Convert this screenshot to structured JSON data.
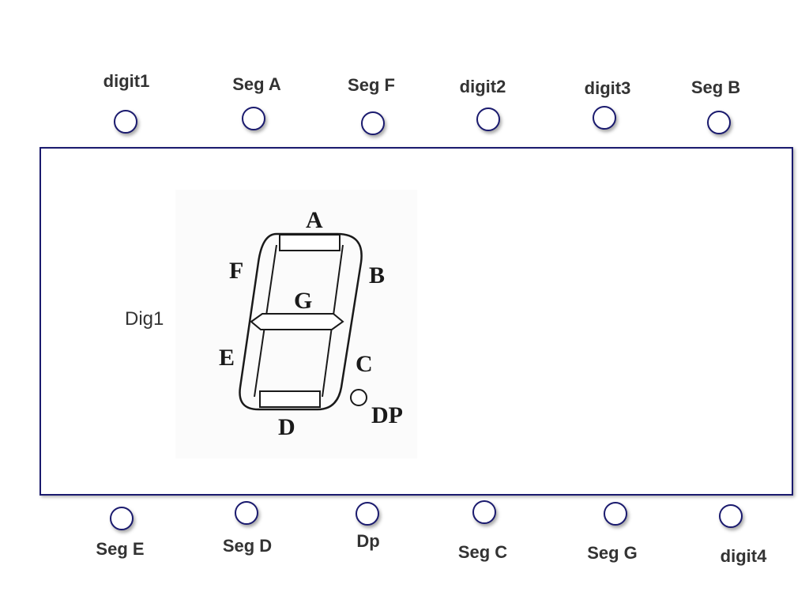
{
  "top_pins": [
    {
      "label": "digit1"
    },
    {
      "label": "Seg A"
    },
    {
      "label": "Seg F"
    },
    {
      "label": "digit2"
    },
    {
      "label": "digit3"
    },
    {
      "label": "Seg B"
    }
  ],
  "bottom_pins": [
    {
      "label": "Seg E"
    },
    {
      "label": "Seg D"
    },
    {
      "label": "Dp"
    },
    {
      "label": "Seg C"
    },
    {
      "label": "Seg G"
    },
    {
      "label": "digit4"
    }
  ],
  "board": {
    "digit_label": "Dig1",
    "segment_letters": {
      "a": "A",
      "b": "B",
      "c": "C",
      "d": "D",
      "e": "E",
      "f": "F",
      "g": "G",
      "dp": "DP"
    }
  },
  "colors": {
    "outline": "#1a1a6e",
    "text": "#333333"
  }
}
